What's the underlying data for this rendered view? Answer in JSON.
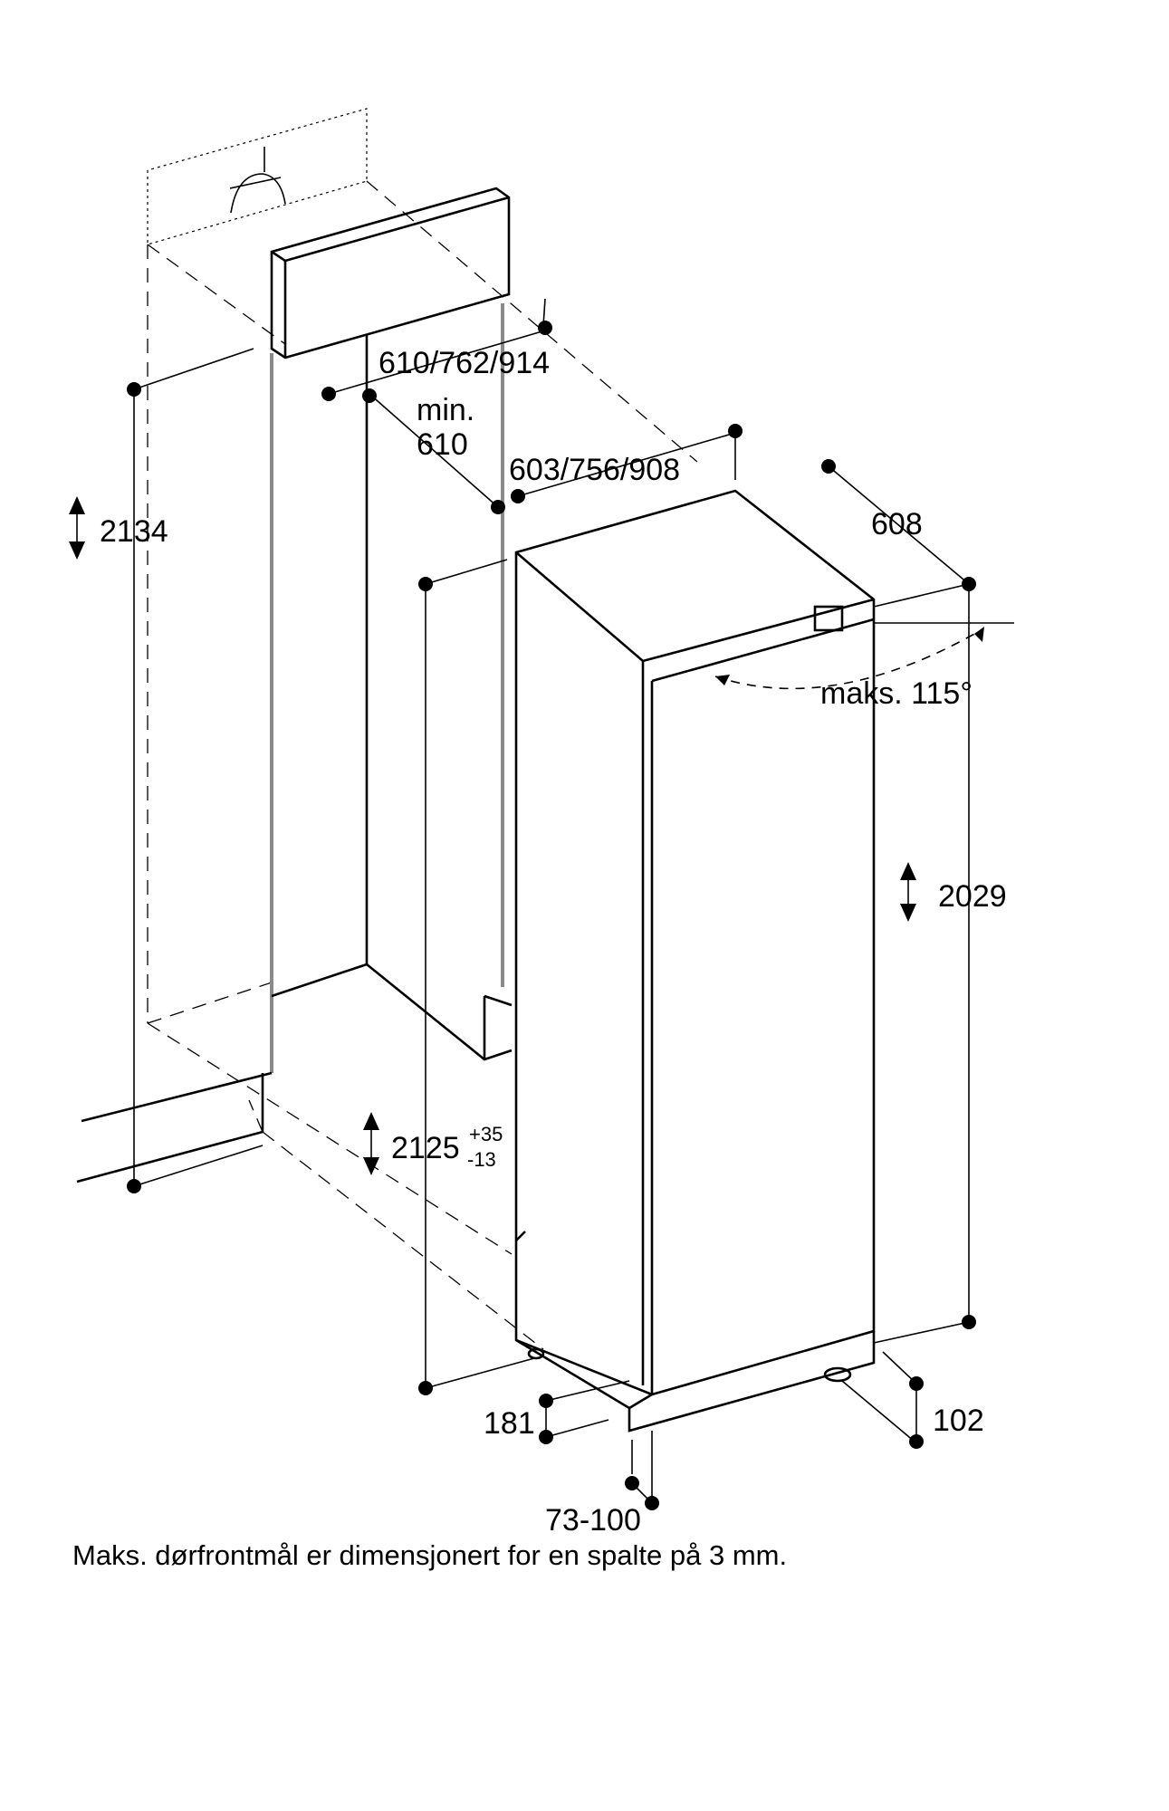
{
  "dimensions": {
    "niche_width": "610/762/914",
    "niche_depth_label": "min.",
    "niche_depth_value": "610",
    "appliance_width": "603/756/908",
    "appliance_depth": "608",
    "ceiling_height": "2134",
    "niche_height": "2125",
    "niche_height_tol_plus": "+35",
    "niche_height_tol_minus": "-13",
    "appliance_height": "2029",
    "door_angle": "maks. 115°",
    "plinth_depth": "181",
    "plinth_height": "102",
    "plinth_gap": "73-100"
  },
  "caption": "Maks. dørfrontmål er dimensjonert for en spalte på 3 mm.",
  "colors": {
    "line": "#000000",
    "panel_edge": "#8a8a8a",
    "background": "#ffffff"
  }
}
